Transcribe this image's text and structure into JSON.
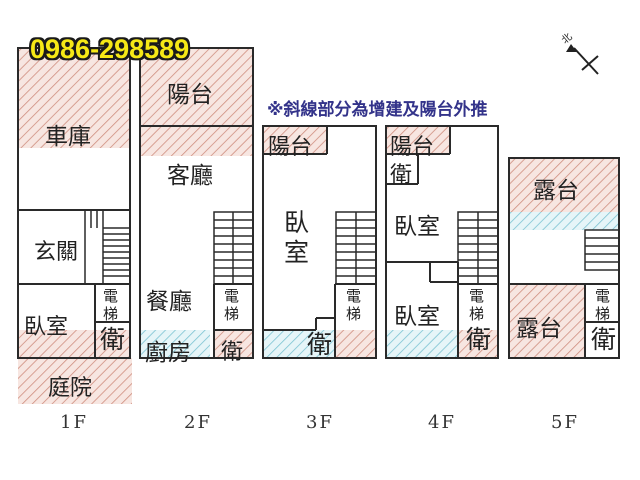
{
  "phone": "0986-298589",
  "note": "※斜線部分為增建及陽台外推",
  "compass": {
    "label": "北"
  },
  "floors": {
    "f1": {
      "label": "1F",
      "rooms": {
        "garage": "車庫",
        "entrance": "玄關",
        "bedroom": "臥室",
        "elevator": "電梯",
        "bathroom": "衛",
        "yard": "庭院"
      }
    },
    "f2": {
      "label": "2F",
      "rooms": {
        "balcony": "陽台",
        "living": "客廳",
        "dining": "餐廳",
        "elevator": "電梯",
        "kitchen": "廚房",
        "bathroom": "衛"
      }
    },
    "f3": {
      "label": "3F",
      "rooms": {
        "balcony": "陽台",
        "bedroom": "臥室",
        "elevator": "電梯",
        "bathroom": "衛"
      }
    },
    "f4": {
      "label": "4F",
      "rooms": {
        "balcony": "陽台",
        "bathroom_top": "衛",
        "bedroom1": "臥室",
        "bedroom2": "臥室",
        "elevator": "電梯",
        "bathroom": "衛"
      }
    },
    "f5": {
      "label": "5F",
      "rooms": {
        "terrace_top": "露台",
        "terrace": "露台",
        "elevator": "電梯",
        "bathroom": "衛"
      }
    }
  },
  "colors": {
    "hatch_red": "#d49a8c",
    "hatch_blue": "#8ccbd8",
    "wall": "#2a2a2a",
    "phone": "#f6e816",
    "note": "#33338a"
  }
}
